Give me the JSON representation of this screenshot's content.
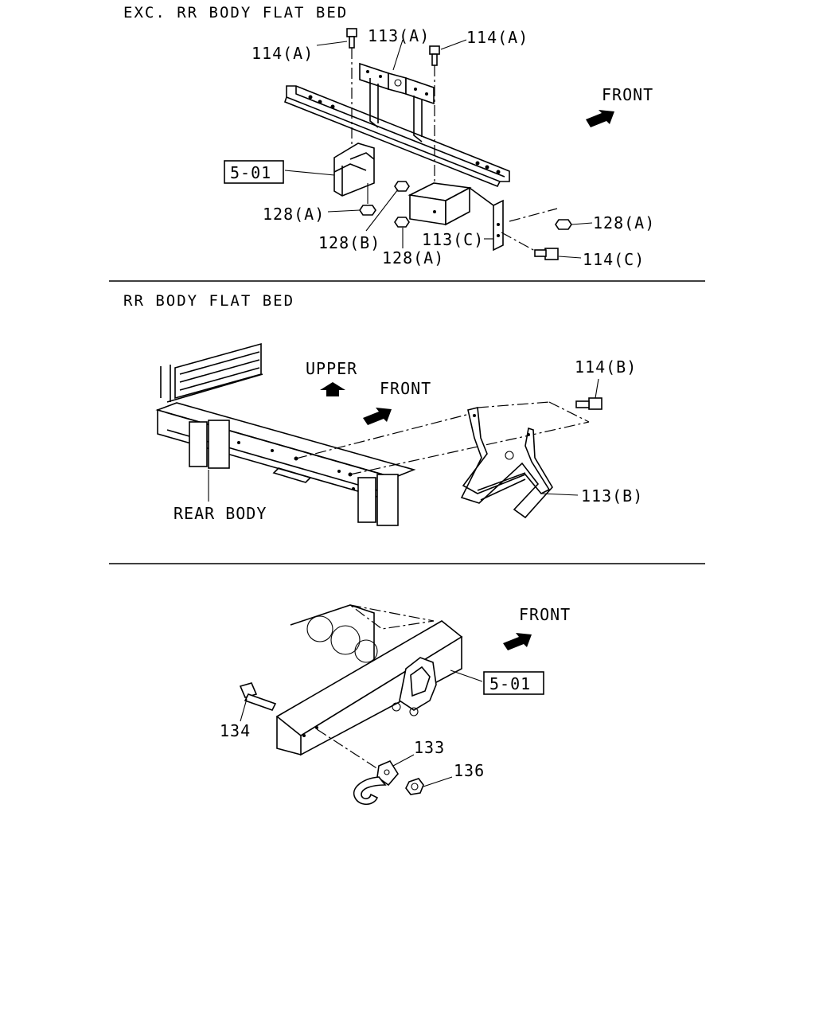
{
  "sections": {
    "top": {
      "title": "EXC. RR BODY FLAT BED",
      "labels": {
        "bolt_a_left": "114(A)",
        "bracket_a": "113(A)",
        "bolt_a_right": "114(A)",
        "front": "FRONT",
        "ref": "5-01",
        "nut_a_left": "128(A)",
        "nut_b": "128(B)",
        "nut_a_bottom": "128(A)",
        "bracket_c": "113(C)",
        "nut_a_right": "128(A)",
        "bolt_c": "114(C)"
      }
    },
    "middle": {
      "title": "RR BODY FLAT BED",
      "labels": {
        "upper": "UPPER",
        "front": "FRONT",
        "bolt_b": "114(B)",
        "rear_body": "REAR BODY",
        "bracket_b": "113(B)"
      }
    },
    "bottom": {
      "labels": {
        "front": "FRONT",
        "ref": "5-01",
        "bolt": "134",
        "hook": "133",
        "nut": "136"
      }
    }
  }
}
